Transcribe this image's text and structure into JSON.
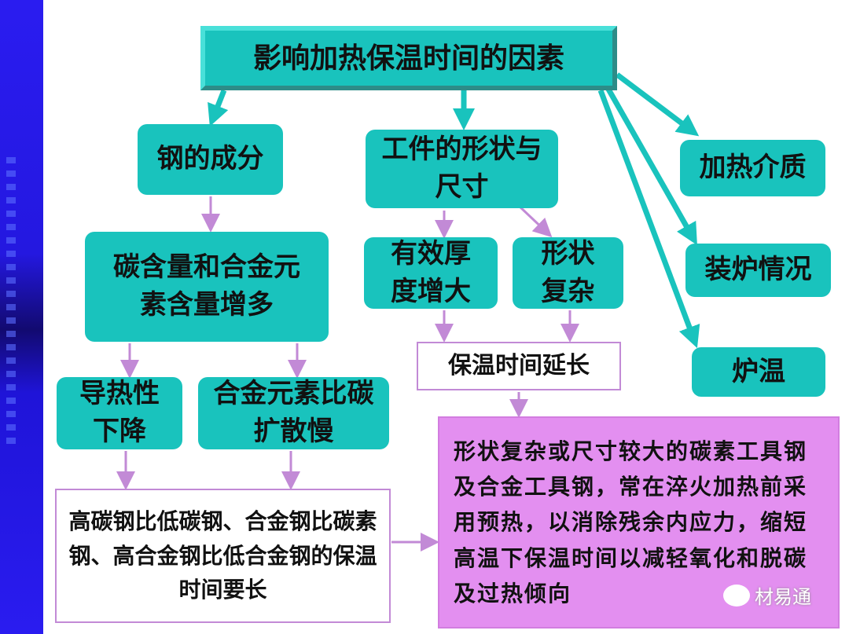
{
  "title": "影响加热保温时间的因素",
  "factors": {
    "steel_composition": "钢的成分",
    "workpiece_shape_size": "工件的形状与尺寸",
    "heating_medium": "加热介质",
    "furnace_loading": "装炉情况",
    "furnace_temp": "炉温"
  },
  "composition_branch": {
    "carbon_alloy_increase": "碳含量和合金元素含量增多",
    "conductivity_drop": "导热性下降",
    "alloy_diffusion_slow": "合金元素比碳扩散慢",
    "conclusion": "高碳钢比低碳钢、合金钢比碳素钢、高合金钢比低合金钢的保温时间要长"
  },
  "shape_branch": {
    "thickness_increase": "有效厚度增大",
    "complex_shape": "形状复杂",
    "longer_hold": "保温时间延长"
  },
  "note": "形状复杂或尺寸较大的碳素工具钢及合金工具钢，常在淬火加热前采用预热，以消除残余内应力，缩短高温下保温时间以减轻氧化和脱碳及过热倾向",
  "watermark": "材易通",
  "colors": {
    "teal": "#19c3bd",
    "purple": "#e38ff0",
    "arrow_purple": "#c28ad6"
  }
}
